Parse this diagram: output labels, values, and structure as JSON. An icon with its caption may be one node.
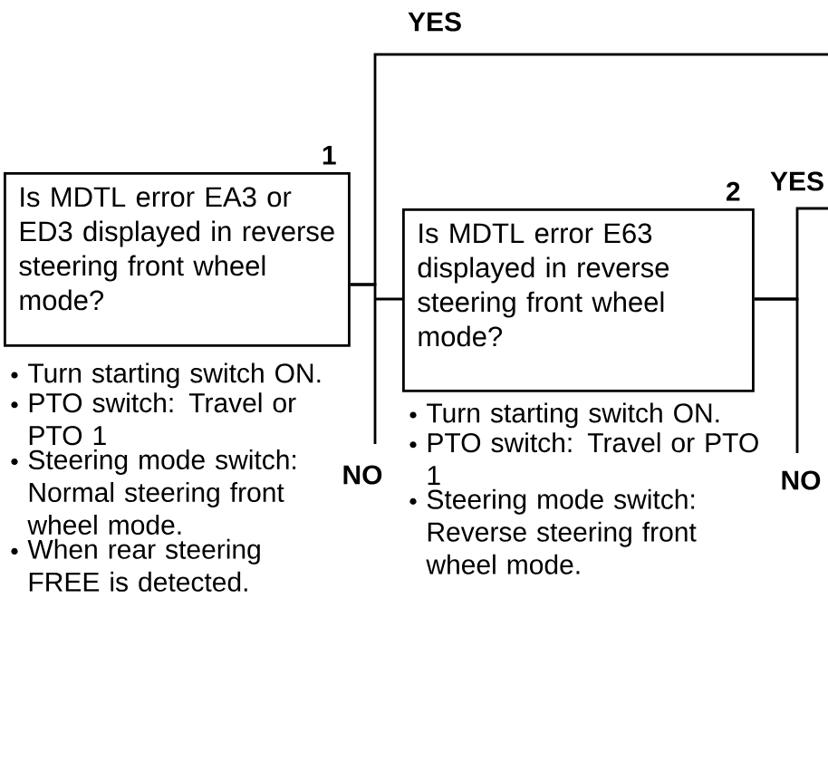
{
  "diagram": {
    "nodes": [
      {
        "text": [
          "Is MDTL error EA3 or ED3 displayed in reverse steering front wheel mode?"
        ],
        "beside": [
          "1",
          "Turn starting switch ON.",
          "PTO switch: Travel or PTO 1",
          "Steering mode switch: Normal steering front wheel mode.",
          "When rear steering FREE is detected."
        ]
      },
      {
        "text": [
          "Is MDTL error E63 displayed in reverse steering front wheel mode?"
        ],
        "beside": [
          "2",
          "Turn starting switch ON.",
          "PTO switch: Travel or PTO 1",
          "Steering mode switch: Reverse steering front wheel mode."
        ]
      }
    ],
    "edges": [
      {
        "from": 0,
        "to": null,
        "arrow": "none",
        "label": "YES"
      },
      {
        "from": 0,
        "to": 1,
        "arrow": "none",
        "label": "NO"
      },
      {
        "from": 1,
        "to": null,
        "arrow": "none",
        "label": "YES"
      },
      {
        "from": 1,
        "to": null,
        "arrow": "none",
        "label": "NO"
      }
    ]
  }
}
